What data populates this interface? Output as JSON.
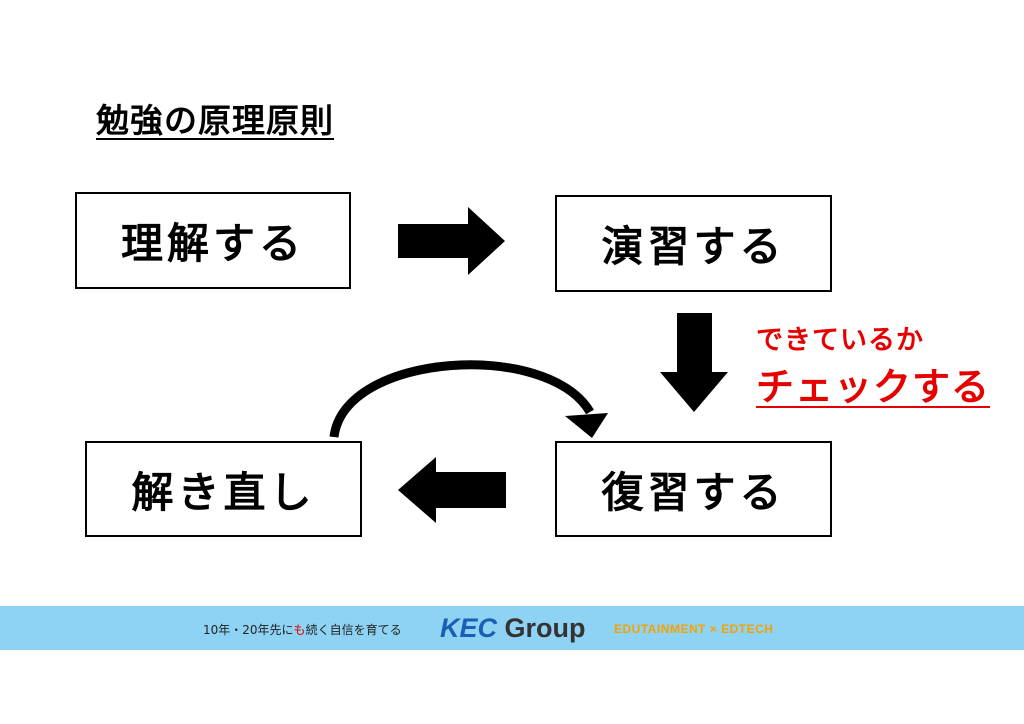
{
  "title": "勉強の原理原則",
  "steps": {
    "understand": "理解する",
    "practice": "演習する",
    "review": "復習する",
    "resolve": "解き直し"
  },
  "check": {
    "sub": "できているか",
    "main": "チェックする",
    "color": "#e60000"
  },
  "footer": {
    "tagline_before": "10年・20年先に",
    "tagline_red": "も",
    "tagline_after": "続く自信を育てる",
    "logo_kec": "KEC",
    "logo_group": "Group",
    "slogan": "EDUTAINMENT × EDTECH",
    "band_color": "#8fd3f4",
    "logo_color": "#1b5fb4",
    "slogan_color": "#f5a200"
  }
}
